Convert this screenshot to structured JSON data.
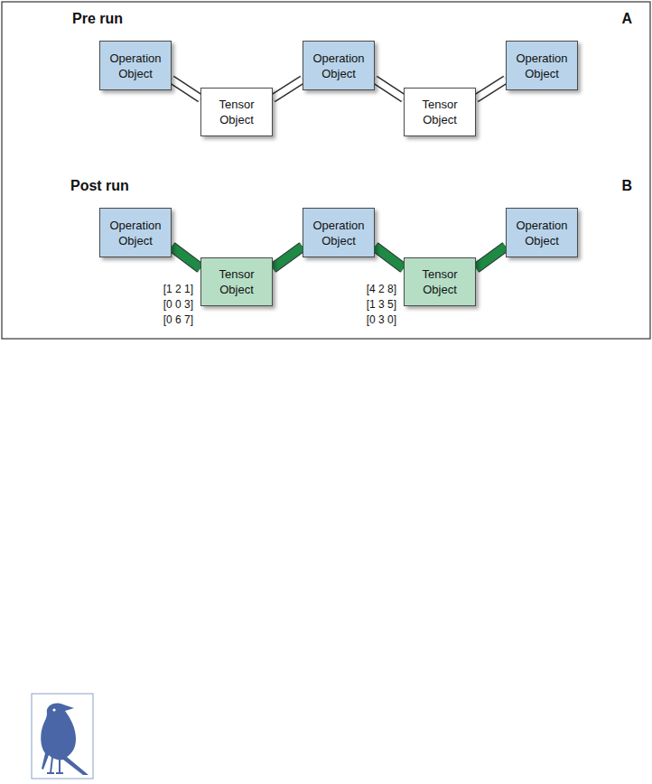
{
  "diagram": {
    "nodes": [
      {
        "text": [
          "Operation Object"
        ]
      },
      {
        "text": [
          "Tensor Object"
        ]
      },
      {
        "text": [
          "Operation Object"
        ]
      },
      {
        "text": [
          "Tensor Object"
        ]
      },
      {
        "text": [
          "Operation Object"
        ]
      },
      {
        "text": [
          "Operation Object"
        ]
      },
      {
        "text": [
          "Tensor Object"
        ]
      },
      {
        "text": [
          "Operation Object"
        ]
      },
      {
        "text": [
          "Tensor Object"
        ]
      },
      {
        "text": [
          "Operation Object"
        ]
      }
    ],
    "edges": [
      {
        "from": 0,
        "to": 1,
        "arrow": "none"
      },
      {
        "from": 1,
        "to": 2,
        "arrow": "none"
      },
      {
        "from": 2,
        "to": 3,
        "arrow": "none"
      },
      {
        "from": 3,
        "to": 4,
        "arrow": "none"
      },
      {
        "from": 5,
        "to": 6,
        "arrow": "none"
      },
      {
        "from": 6,
        "to": 7,
        "arrow": "none"
      },
      {
        "from": 7,
        "to": 8,
        "arrow": "none"
      },
      {
        "from": 8,
        "to": 9,
        "arrow": "none"
      }
    ],
    "labels": [
      "Pre run",
      "A",
      "Post run",
      "B",
      "[1 2 1]",
      "[0 0 3]",
      "[0 6 7]",
      "[4 2 8]",
      "[1 3 5]",
      "[0 3 0]"
    ]
  }
}
